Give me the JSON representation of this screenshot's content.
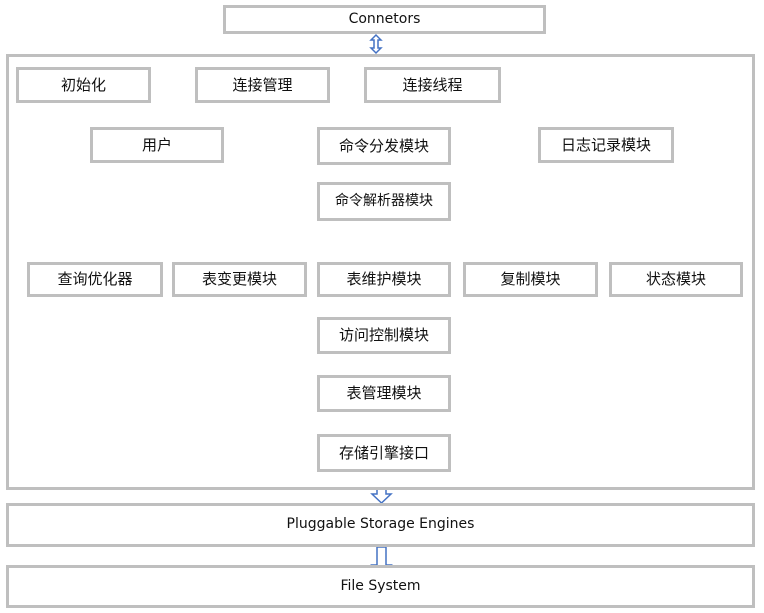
{
  "diagram": {
    "top": {
      "connectors": "Connetors"
    },
    "server": {
      "init": "初始化",
      "connection_management": "连接管理",
      "connection_thread": "连接线程",
      "user": "用户",
      "command_dispatch": "命令分发模块",
      "logging": "日志记录模块",
      "command_parser": "命令解析器模块",
      "query_optimizer": "查询优化器",
      "table_change": "表变更模块",
      "table_maintenance": "表维护模块",
      "replication": "复制模块",
      "status": "状态模块",
      "access_control": "访问控制模块",
      "table_management": "表管理模块",
      "storage_engine_interface": "存储引擎接口"
    },
    "bottom": {
      "pluggable_storage_engines": "Pluggable Storage Engines",
      "file_system": "File System"
    }
  },
  "colors": {
    "box_border": "#bfbfbf",
    "arrow": "#4472c4",
    "text": "#111111",
    "background": "#ffffff"
  }
}
